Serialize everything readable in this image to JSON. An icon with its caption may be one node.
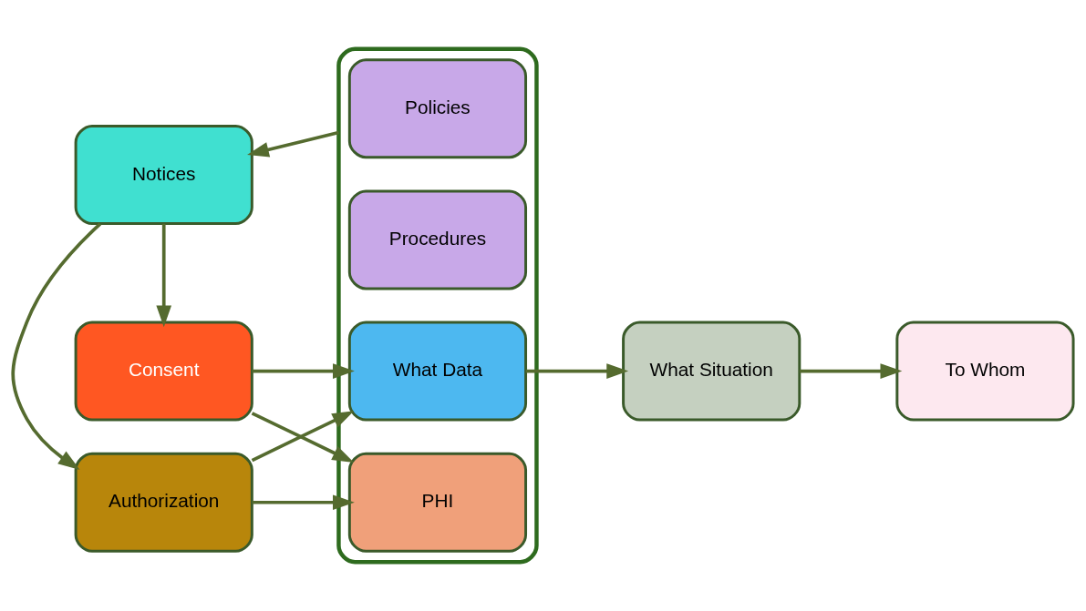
{
  "diagram": {
    "nodes": [
      {
        "text": [
          "Notices"
        ]
      },
      {
        "text": [
          "Consent"
        ]
      },
      {
        "text": [
          "Authorization"
        ]
      },
      {
        "text": [],
        "shape": "box"
      },
      {
        "text": [
          "Policies"
        ],
        "in": 3
      },
      {
        "text": [
          "Procedures"
        ],
        "in": 3
      },
      {
        "text": [
          "What Data"
        ],
        "in": 3
      },
      {
        "text": [
          "PHI"
        ],
        "in": 3
      },
      {
        "text": [
          "What Situation"
        ]
      },
      {
        "text": [
          "To Whom"
        ]
      }
    ],
    "edges": [
      {
        "from": 0,
        "to": 1,
        "arrow": "to"
      },
      {
        "from": 0,
        "to": 2,
        "arrow": "to"
      },
      {
        "from": 3,
        "to": 0,
        "arrow": "to"
      },
      {
        "from": 1,
        "to": 6,
        "arrow": "to"
      },
      {
        "from": 1,
        "to": 7,
        "arrow": "to"
      },
      {
        "from": 2,
        "to": 6,
        "arrow": "to"
      },
      {
        "from": 2,
        "to": 7,
        "arrow": "to"
      },
      {
        "from": 6,
        "to": 8,
        "arrow": "to"
      },
      {
        "from": 8,
        "to": 9,
        "arrow": "to"
      }
    ]
  }
}
